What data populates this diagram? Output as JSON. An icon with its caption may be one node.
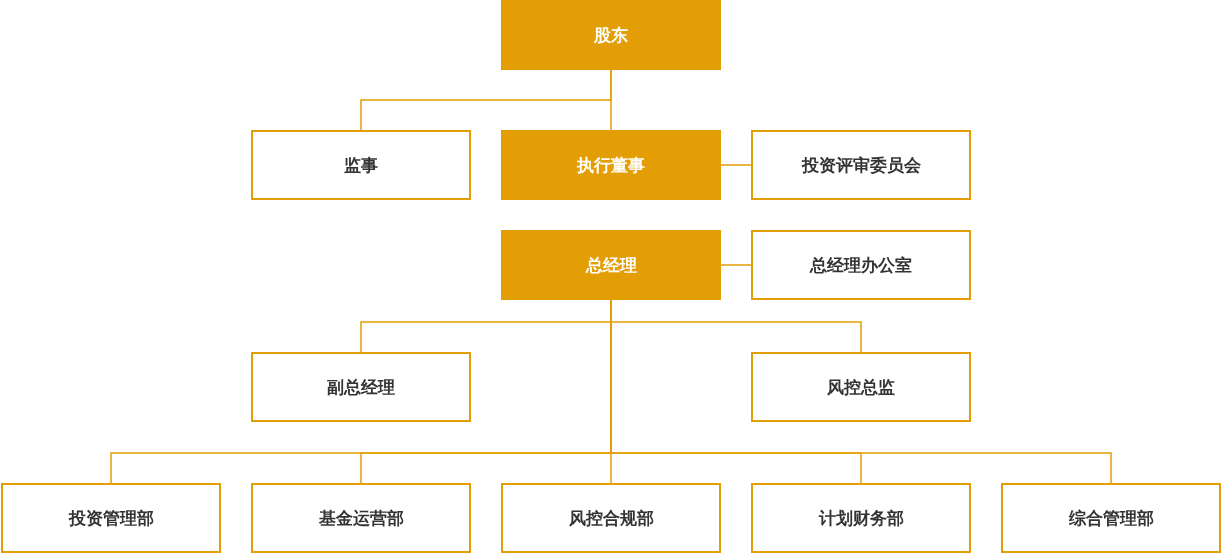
{
  "diagram": {
    "nodes": [
      {
        "text": [
          "股东"
        ]
      },
      {
        "text": [
          "监事"
        ]
      },
      {
        "text": [
          "执行董事"
        ]
      },
      {
        "text": [
          "投资评审委员会"
        ]
      },
      {
        "text": [
          "总经理"
        ]
      },
      {
        "text": [
          "总经理办公室"
        ]
      },
      {
        "text": [
          "副总经理"
        ]
      },
      {
        "text": [
          "风控总监"
        ]
      },
      {
        "text": [
          "投资管理部"
        ]
      },
      {
        "text": [
          "基金运营部"
        ]
      },
      {
        "text": [
          "风控合规部"
        ]
      },
      {
        "text": [
          "计划财务部"
        ]
      },
      {
        "text": [
          "综合管理部"
        ]
      }
    ],
    "edges": [
      {
        "from": 0,
        "to": 1,
        "arrow": "none"
      },
      {
        "from": 0,
        "to": 2,
        "arrow": "none"
      },
      {
        "from": 2,
        "to": 3,
        "arrow": "none"
      },
      {
        "from": 4,
        "to": 5,
        "arrow": "none"
      },
      {
        "from": 4,
        "to": 6,
        "arrow": "none"
      },
      {
        "from": 4,
        "to": 7,
        "arrow": "none"
      },
      {
        "from": 4,
        "to": 8,
        "arrow": "none"
      },
      {
        "from": 4,
        "to": 9,
        "arrow": "none"
      },
      {
        "from": 4,
        "to": 10,
        "arrow": "none"
      },
      {
        "from": 4,
        "to": 11,
        "arrow": "none"
      },
      {
        "from": 4,
        "to": 12,
        "arrow": "none"
      }
    ]
  }
}
